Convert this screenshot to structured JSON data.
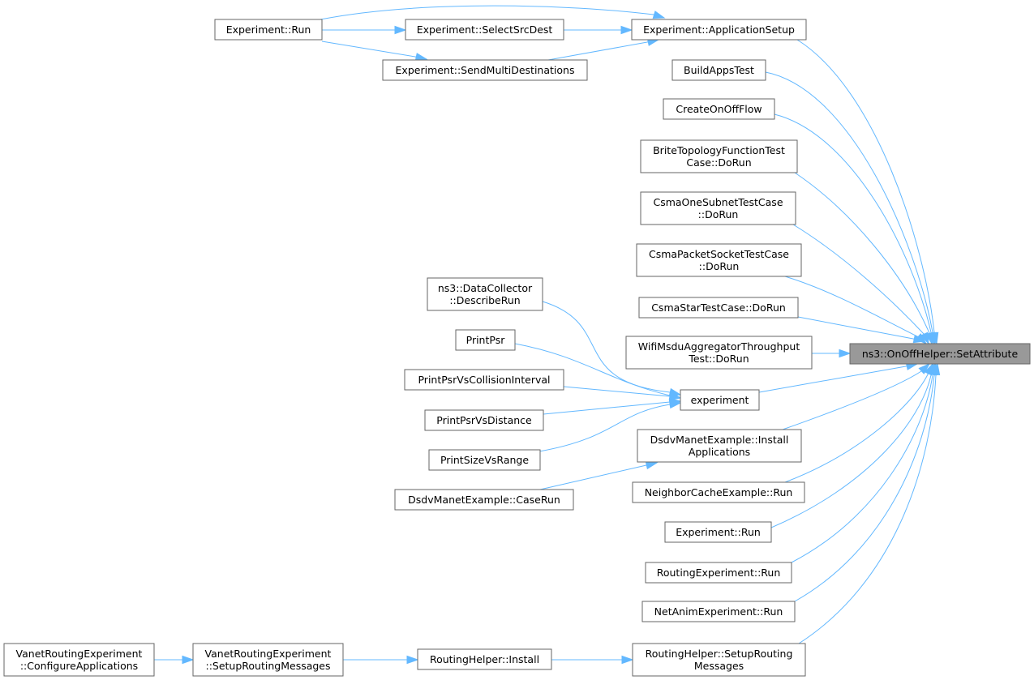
{
  "graph": {
    "root": "n0",
    "colors": {
      "edge": "#63b8ff",
      "node_border": "#666666",
      "root_fill": "#999999",
      "node_fill": "#ffffff"
    },
    "nodes": [
      {
        "id": "n0",
        "lines": [
          "ns3::OnOffHelper::SetAttribute"
        ]
      },
      {
        "id": "n1",
        "lines": [
          "Experiment::ApplicationSetup"
        ]
      },
      {
        "id": "n2",
        "lines": [
          "Experiment::Run"
        ]
      },
      {
        "id": "n3",
        "lines": [
          "Experiment::SelectSrcDest"
        ]
      },
      {
        "id": "n4",
        "lines": [
          "Experiment::SendMultiDestinations"
        ]
      },
      {
        "id": "n5",
        "lines": [
          "BuildAppsTest"
        ]
      },
      {
        "id": "n6",
        "lines": [
          "CreateOnOffFlow"
        ]
      },
      {
        "id": "n7",
        "lines": [
          "BriteTopologyFunctionTest",
          "Case::DoRun"
        ]
      },
      {
        "id": "n8",
        "lines": [
          "CsmaOneSubnetTestCase",
          "::DoRun"
        ]
      },
      {
        "id": "n9",
        "lines": [
          "CsmaPacketSocketTestCase",
          "::DoRun"
        ]
      },
      {
        "id": "n10",
        "lines": [
          "CsmaStarTestCase::DoRun"
        ]
      },
      {
        "id": "n11",
        "lines": [
          "WifiMsduAggregatorThroughput",
          "Test::DoRun"
        ]
      },
      {
        "id": "n12",
        "lines": [
          "experiment"
        ]
      },
      {
        "id": "n13",
        "lines": [
          "ns3::DataCollector",
          "::DescribeRun"
        ]
      },
      {
        "id": "n14",
        "lines": [
          "PrintPsr"
        ]
      },
      {
        "id": "n15",
        "lines": [
          "PrintPsrVsCollisionInterval"
        ]
      },
      {
        "id": "n16",
        "lines": [
          "PrintPsrVsDistance"
        ]
      },
      {
        "id": "n17",
        "lines": [
          "PrintSizeVsRange"
        ]
      },
      {
        "id": "n18",
        "lines": [
          "DsdvManetExample::Install",
          "Applications"
        ]
      },
      {
        "id": "n19",
        "lines": [
          "DsdvManetExample::CaseRun"
        ]
      },
      {
        "id": "n20",
        "lines": [
          "NeighborCacheExample::Run"
        ]
      },
      {
        "id": "n21",
        "lines": [
          "Experiment::Run"
        ]
      },
      {
        "id": "n22",
        "lines": [
          "RoutingExperiment::Run"
        ]
      },
      {
        "id": "n23",
        "lines": [
          "NetAnimExperiment::Run"
        ]
      },
      {
        "id": "n24",
        "lines": [
          "RoutingHelper::SetupRouting",
          "Messages"
        ]
      },
      {
        "id": "n25",
        "lines": [
          "RoutingHelper::Install"
        ]
      },
      {
        "id": "n26",
        "lines": [
          "VanetRoutingExperiment",
          "::SetupRoutingMessages"
        ]
      },
      {
        "id": "n27",
        "lines": [
          "VanetRoutingExperiment",
          "::ConfigureApplications"
        ]
      }
    ],
    "edges": [
      {
        "from": "n1",
        "to": "n0"
      },
      {
        "from": "n2",
        "to": "n1"
      },
      {
        "from": "n2",
        "to": "n3"
      },
      {
        "from": "n2",
        "to": "n4"
      },
      {
        "from": "n3",
        "to": "n1"
      },
      {
        "from": "n4",
        "to": "n1"
      },
      {
        "from": "n5",
        "to": "n0"
      },
      {
        "from": "n6",
        "to": "n0"
      },
      {
        "from": "n7",
        "to": "n0"
      },
      {
        "from": "n8",
        "to": "n0"
      },
      {
        "from": "n9",
        "to": "n0"
      },
      {
        "from": "n10",
        "to": "n0"
      },
      {
        "from": "n11",
        "to": "n0"
      },
      {
        "from": "n12",
        "to": "n0"
      },
      {
        "from": "n13",
        "to": "n12"
      },
      {
        "from": "n14",
        "to": "n12"
      },
      {
        "from": "n15",
        "to": "n12"
      },
      {
        "from": "n16",
        "to": "n12"
      },
      {
        "from": "n17",
        "to": "n12"
      },
      {
        "from": "n18",
        "to": "n0"
      },
      {
        "from": "n19",
        "to": "n18"
      },
      {
        "from": "n20",
        "to": "n0"
      },
      {
        "from": "n21",
        "to": "n0"
      },
      {
        "from": "n22",
        "to": "n0"
      },
      {
        "from": "n23",
        "to": "n0"
      },
      {
        "from": "n24",
        "to": "n0"
      },
      {
        "from": "n25",
        "to": "n24"
      },
      {
        "from": "n26",
        "to": "n25"
      },
      {
        "from": "n27",
        "to": "n26"
      }
    ]
  }
}
